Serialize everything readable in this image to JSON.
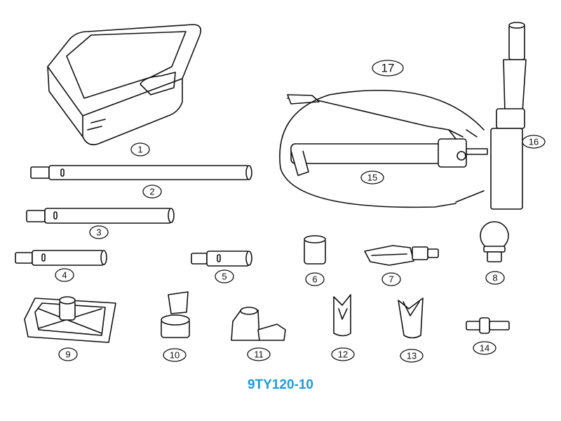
{
  "caption": "9TY120-10",
  "caption_color": "#1a9be0",
  "parts": {
    "p1": "1",
    "p2": "2",
    "p3": "3",
    "p4": "4",
    "p5": "5",
    "p6": "6",
    "p7": "7",
    "p8": "8",
    "p9": "9",
    "p10": "10",
    "p11": "11",
    "p12": "12",
    "p13": "13",
    "p14": "14",
    "p15": "15",
    "p16": "16",
    "p17": "17"
  }
}
